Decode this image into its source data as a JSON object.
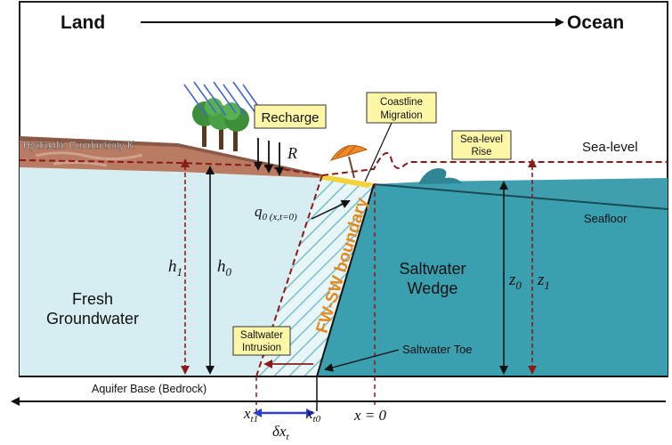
{
  "direction": {
    "left": "Land",
    "right": "Ocean"
  },
  "boxes": {
    "recharge": "Recharge",
    "coastline_line1": "Coastline",
    "coastline_line2": "Migration",
    "sealevel_line1": "Sea-level",
    "sealevel_line2": "Rise",
    "intrusion_line1": "Saltwater",
    "intrusion_line2": "Intrusion"
  },
  "labels": {
    "hydraulic": "Hydraulic Conductivity K",
    "sea_level": "Sea-level",
    "seafloor": "Seafloor",
    "fresh_line1": "Fresh",
    "fresh_line2": "Groundwater",
    "wedge_line1": "Saltwater",
    "wedge_line2": "Wedge",
    "boundary": "FW-SW boundary",
    "toe": "Saltwater Toe",
    "aquifer_base": "Aquifer Base (Bedrock)",
    "R": "R",
    "h1": "h",
    "h1_sub": "1",
    "h0": "h",
    "h0_sub": "0",
    "z0": "z",
    "z0_sub": "0",
    "z1": "z",
    "z1_sub": "1",
    "q0": "q",
    "q0_sub": "0 (x,t=0)",
    "xt1": "x",
    "xt1_sub": "t1",
    "xt0": "x",
    "xt0_sub": "t0",
    "x0": "x = 0",
    "delta": "δx",
    "delta_sub": "t"
  },
  "colors": {
    "fresh": "#d6eef2",
    "saltwater": "#3aa0b0",
    "ocean": "#4ab0c0",
    "soil": "#b97b62",
    "dashed": "#8b1a1a",
    "box_fill": "#fff7a8",
    "boundary_text": "#e58a1f"
  }
}
